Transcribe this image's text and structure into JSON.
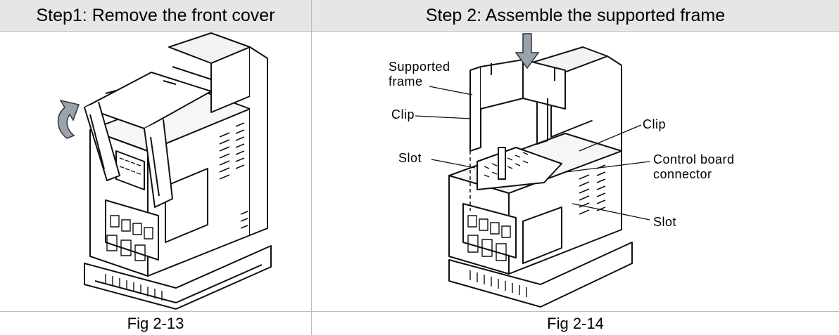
{
  "table": {
    "columns": [
      {
        "header": "Step1: Remove the front cover",
        "caption": "Fig 2-13"
      },
      {
        "header": "Step 2: Assemble the supported frame",
        "caption": "Fig 2-14"
      }
    ]
  },
  "figure_2_14": {
    "callouts": {
      "supported_frame_line1": "Supported",
      "supported_frame_line2": "frame",
      "clip_left": "Clip",
      "slot_left": "Slot",
      "clip_right": "Clip",
      "control_board_line1": "Control board",
      "control_board_line2": "connector",
      "slot_right": "Slot"
    }
  }
}
